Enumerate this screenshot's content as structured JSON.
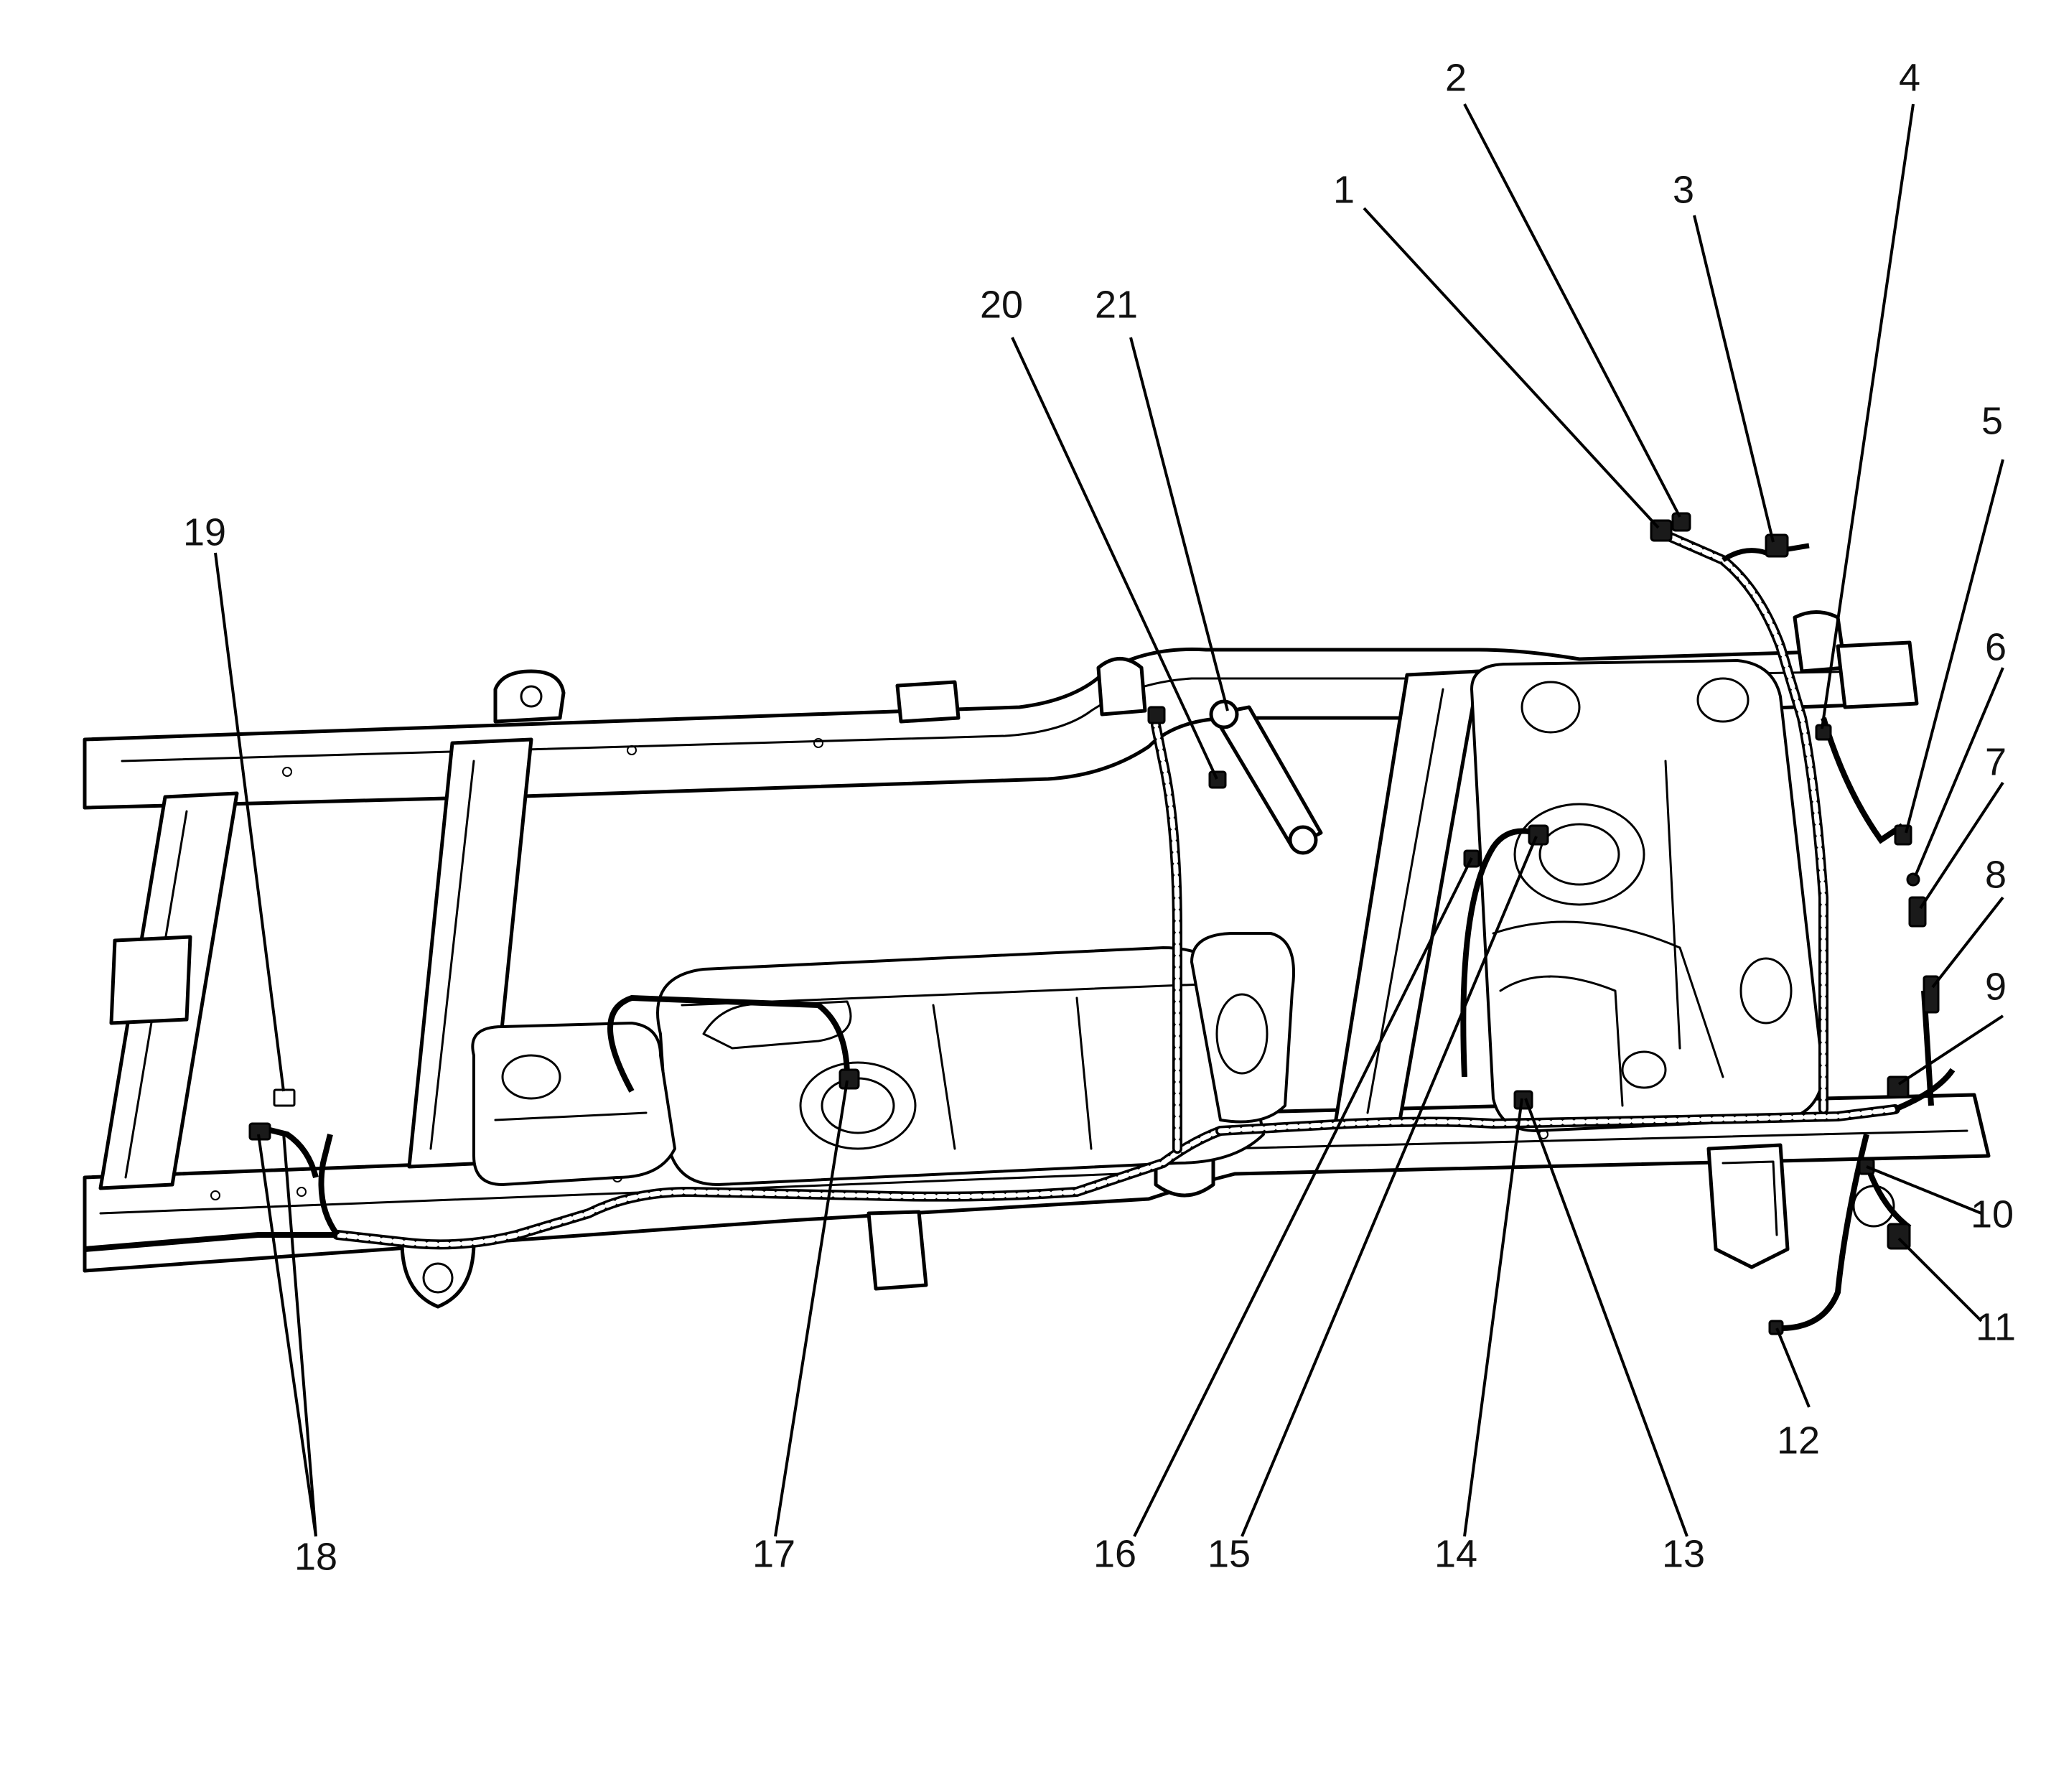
{
  "diagram": {
    "callouts": [
      {
        "id": "callout-1",
        "label": "1"
      },
      {
        "id": "callout-2",
        "label": "2"
      },
      {
        "id": "callout-3",
        "label": "3"
      },
      {
        "id": "callout-4",
        "label": "4"
      },
      {
        "id": "callout-5",
        "label": "5"
      },
      {
        "id": "callout-6",
        "label": "6"
      },
      {
        "id": "callout-7",
        "label": "7"
      },
      {
        "id": "callout-8",
        "label": "8"
      },
      {
        "id": "callout-9",
        "label": "9"
      },
      {
        "id": "callout-10",
        "label": "10"
      },
      {
        "id": "callout-11",
        "label": "11"
      },
      {
        "id": "callout-12",
        "label": "12"
      },
      {
        "id": "callout-13",
        "label": "13"
      },
      {
        "id": "callout-14",
        "label": "14"
      },
      {
        "id": "callout-15",
        "label": "15"
      },
      {
        "id": "callout-16",
        "label": "16"
      },
      {
        "id": "callout-17",
        "label": "17"
      },
      {
        "id": "callout-18",
        "label": "18"
      },
      {
        "id": "callout-19",
        "label": "19"
      },
      {
        "id": "callout-20",
        "label": "20"
      },
      {
        "id": "callout-21",
        "label": "21"
      }
    ]
  }
}
